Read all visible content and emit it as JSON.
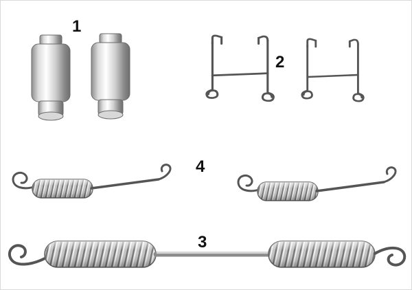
{
  "diagram": {
    "type": "parts-diagram",
    "background": "#ffffff",
    "line_color": "#555555",
    "part_fill": "#c9c9c9",
    "callouts": [
      {
        "label": "1",
        "part": "cylindrical-pin-pair"
      },
      {
        "label": "2",
        "part": "wire-clip-with-coiled-ends-pair"
      },
      {
        "label": "4",
        "part": "return-spring-with-hooks-pair"
      },
      {
        "label": "3",
        "part": "long-double-coil-tension-spring"
      }
    ]
  }
}
